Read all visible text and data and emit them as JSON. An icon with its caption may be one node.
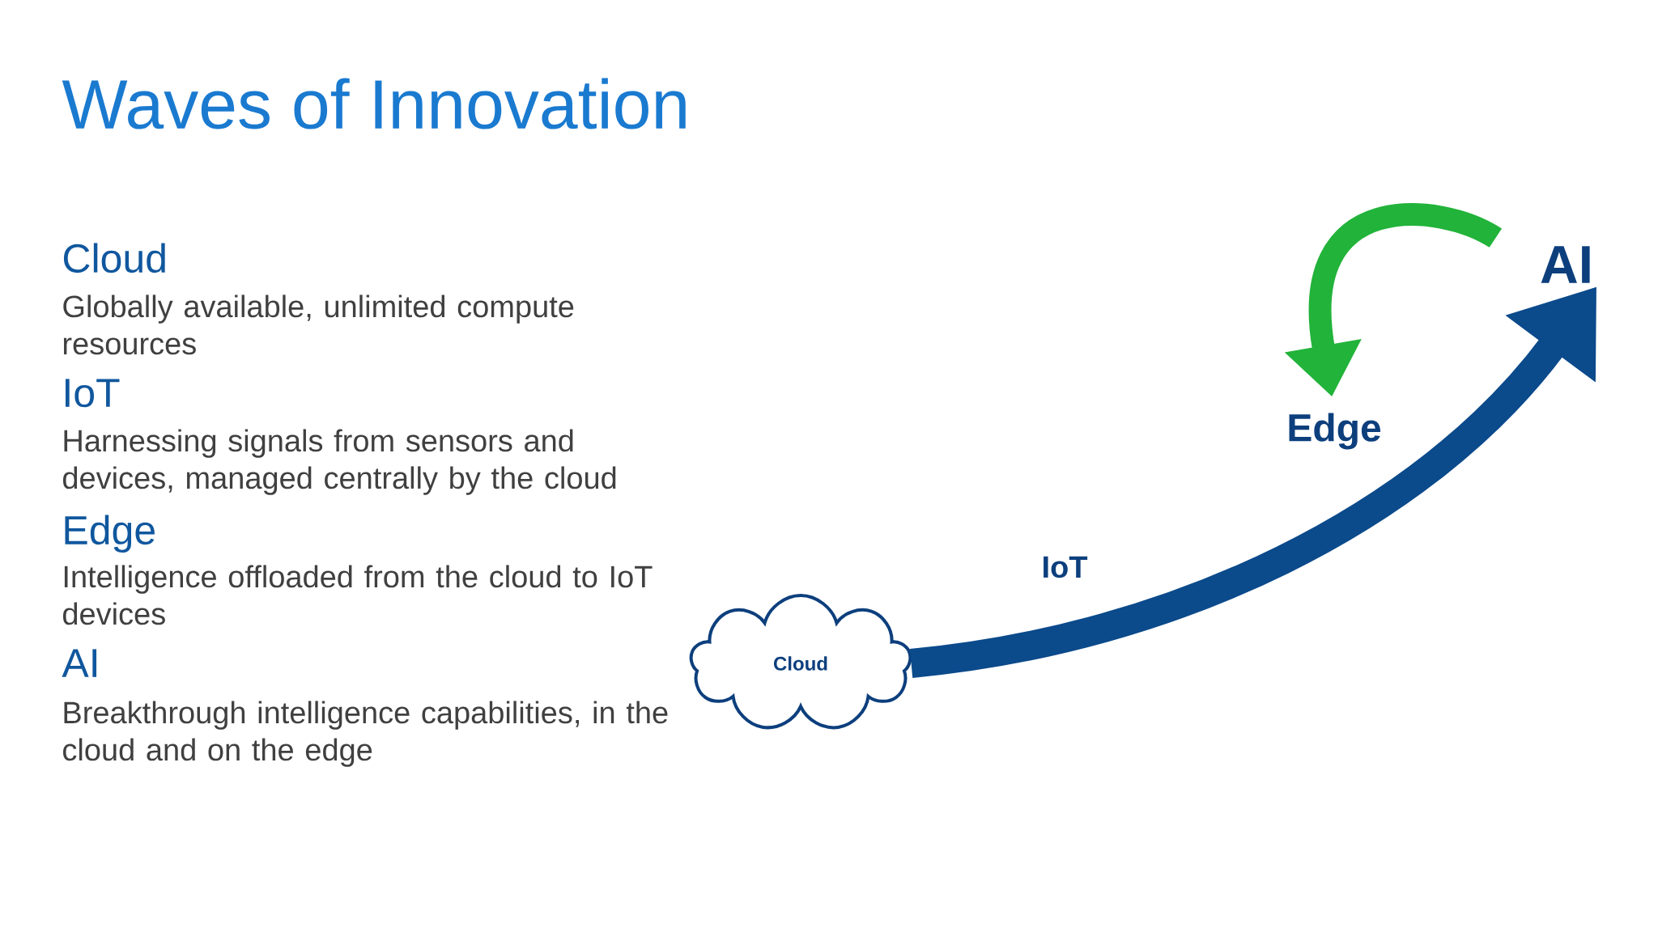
{
  "diagram": {
    "title": "Waves of Innovation",
    "nodes": [
      {
        "text": [
          "Cloud"
        ]
      },
      {
        "text": [
          "AI"
        ]
      },
      {
        "text": [
          "Edge"
        ]
      }
    ],
    "edges": [
      {
        "from": 0,
        "to": 1,
        "arrow": "to",
        "label": "IoT"
      },
      {
        "from": 1,
        "to": 2,
        "arrow": "to",
        "color": "#22b33a"
      }
    ],
    "labels": [
      "Cloud",
      "Globally available, unlimited compute resources",
      "IoT",
      "Harnessing signals from sensors and devices, managed centrally by the cloud",
      "Edge",
      "Intelligence offloaded from the cloud to IoT devices",
      "AI",
      "Breakthrough intelligence capabilities, in the cloud and on the edge"
    ]
  }
}
